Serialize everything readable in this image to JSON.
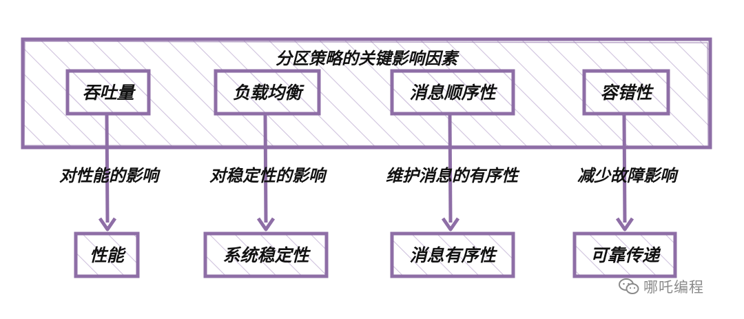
{
  "colors": {
    "stroke": "#8e6ea6",
    "hatch": "#cfc2dd",
    "text": "#111111",
    "watermark": "#8a8a8a"
  },
  "group": {
    "title": "分区策略的关键影响因素"
  },
  "factors": [
    {
      "label": "吞吐量",
      "edge_label": "对性能的影响",
      "target": "性能"
    },
    {
      "label": "负载均衡",
      "edge_label": "对稳定性的影响",
      "target": "系统稳定性"
    },
    {
      "label": "消息顺序性",
      "edge_label": "维护消息的有序性",
      "target": "消息有序性"
    },
    {
      "label": "容错性",
      "edge_label": "减少故障影响",
      "target": "可靠传递"
    }
  ],
  "watermark": {
    "icon": "wechat-icon",
    "text": "哪吒编程"
  }
}
